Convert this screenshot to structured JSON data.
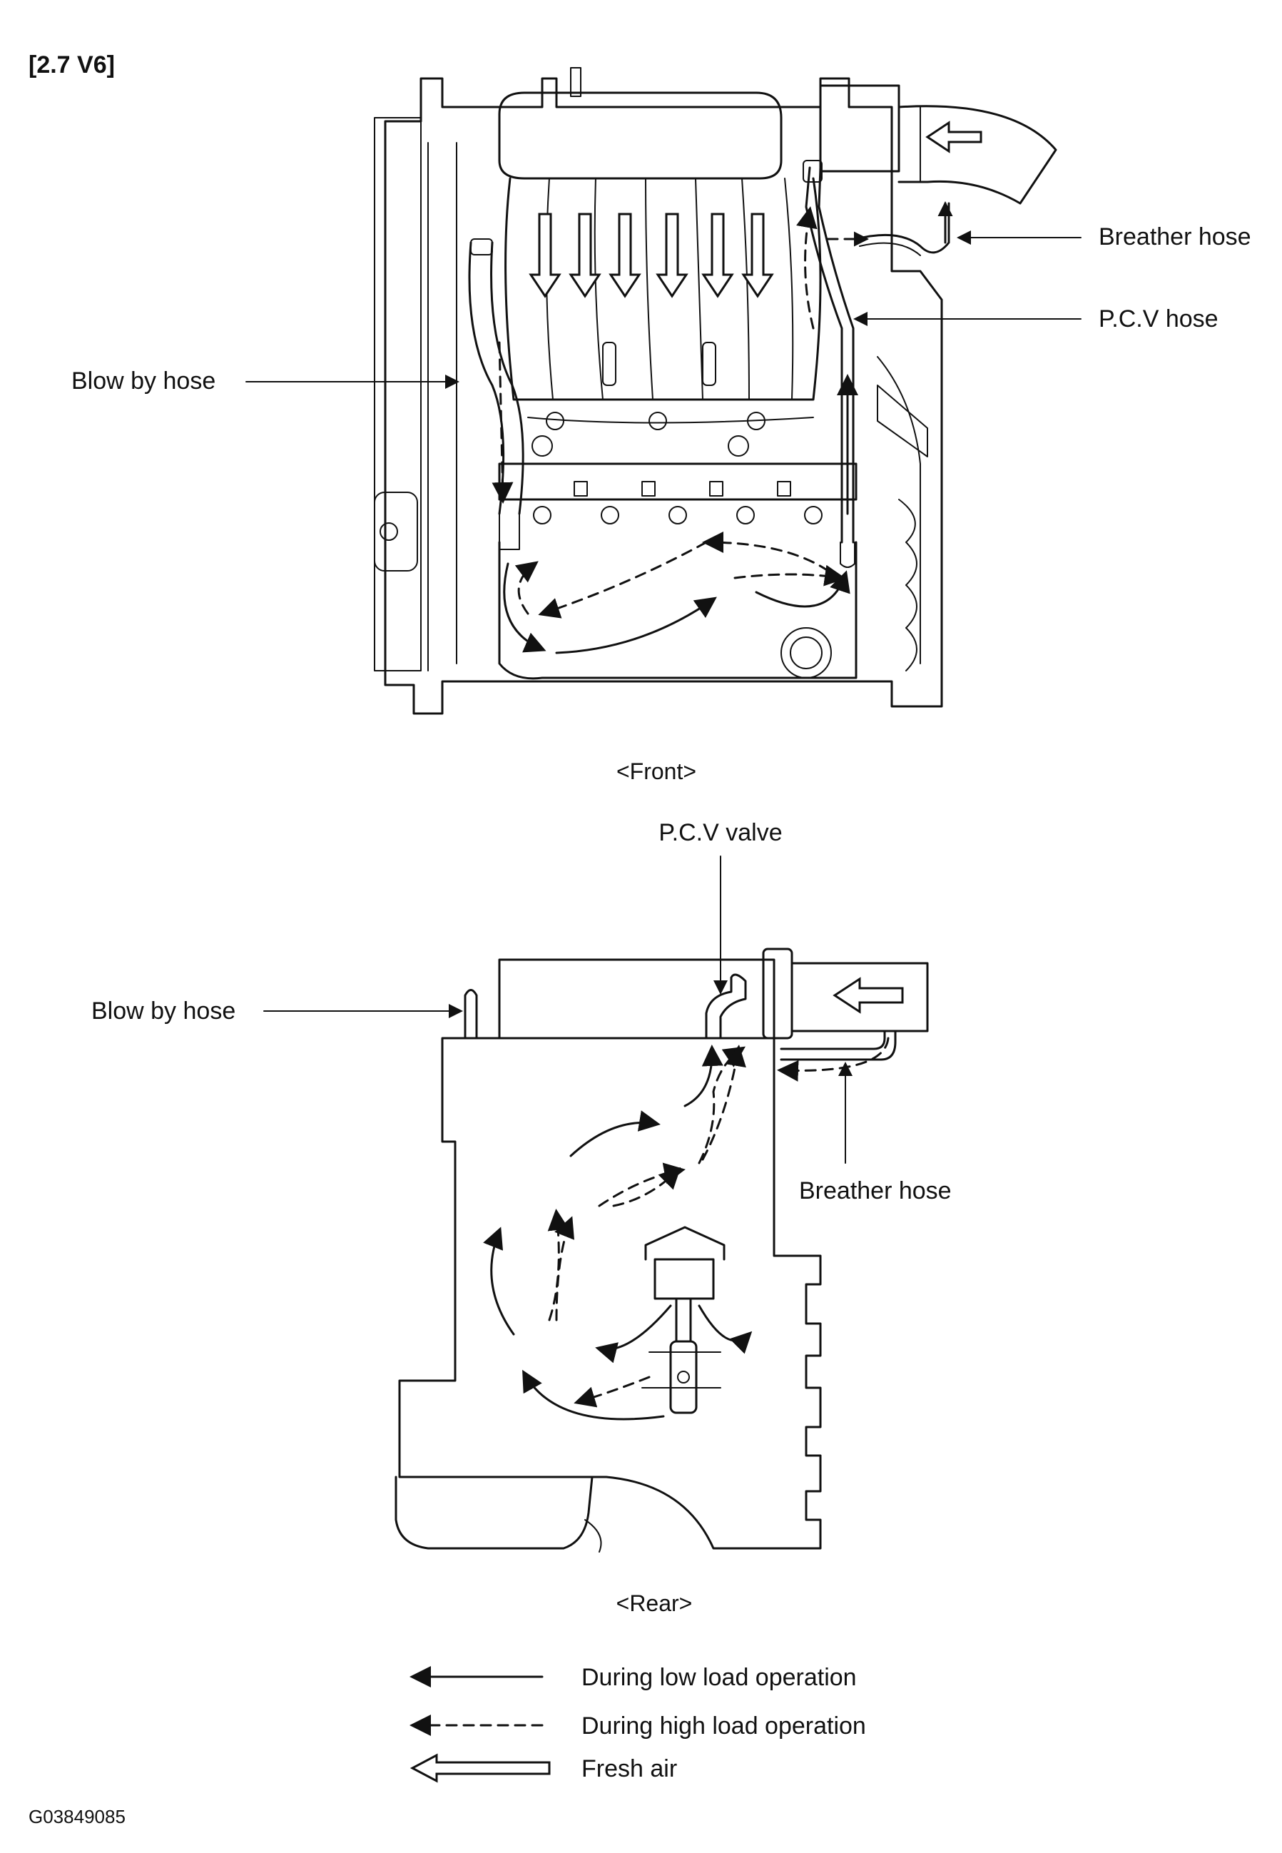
{
  "title": "[2.7 V6]",
  "figure_id": "G03849085",
  "front": {
    "caption": "<Front>",
    "labels": {
      "breather_hose": "Breather hose",
      "pcv_hose": "P.C.V hose",
      "blow_by_hose": "Blow by hose"
    }
  },
  "rear": {
    "caption": "<Rear>",
    "labels": {
      "pcv_valve": "P.C.V valve",
      "blow_by_hose": "Blow by hose",
      "breather_hose": "Breather hose"
    }
  },
  "legend": {
    "low_load": "During low load operation",
    "high_load": "During high load operation",
    "fresh_air": "Fresh air"
  }
}
